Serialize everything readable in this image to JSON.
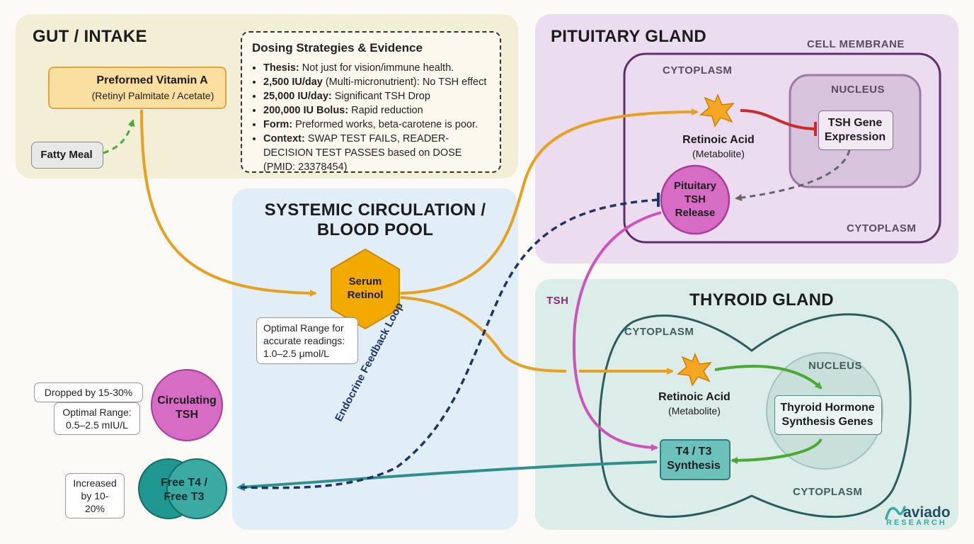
{
  "gut": {
    "title": "GUT / INTAKE",
    "vitamin_a_title": "Preformed Vitamin A",
    "vitamin_a_sub": "(Retinyl Palmitate / Acetate)",
    "fatty_meal": "Fatty Meal"
  },
  "dosing": {
    "title": "Dosing Strategies & Evidence",
    "items": [
      {
        "bold": "Thesis:",
        "text": " Not just for vision/immune health."
      },
      {
        "bold": "2,500 IU/day",
        "text": " (Multi-micronutrient): No TSH effect"
      },
      {
        "bold": "25,000 IU/day:",
        "text": " Significant TSH Drop"
      },
      {
        "bold": "200,000 IU Bolus:",
        "text": " Rapid reduction"
      },
      {
        "bold": "Form:",
        "text": " Preformed works, beta-carotene is poor."
      },
      {
        "bold": "Context:",
        "text": " SWAP TEST FAILS, READER-DECISION TEST PASSES based on DOSE (PMID: 23378454)"
      }
    ]
  },
  "circulation": {
    "title_line1": "SYSTEMIC CIRCULATION /",
    "title_line2": "BLOOD POOL",
    "serum_line1": "Serum",
    "serum_line2": "Retinol",
    "optimal_line1": "Optimal Range for",
    "optimal_line2": "accurate readings:",
    "optimal_line3": "1.0–2.5 μmol/L",
    "feedback_label": "Endocrine Feedback Loop"
  },
  "pituitary": {
    "title": "PITUITARY GLAND",
    "cell_membrane": "CELL MEMBRANE",
    "cytoplasm_top": "CYTOPLASM",
    "cytoplasm_bottom": "CYTOPLASM",
    "nucleus": "NUCLEUS",
    "retinoic_acid": "Retinoic Acid",
    "metabolite": "(Metabolite)",
    "tsh_gene_line1": "TSH Gene",
    "tsh_gene_line2": "Expression",
    "release_line1": "Pituitary",
    "release_line2": "TSH",
    "release_line3": "Release"
  },
  "thyroid": {
    "title": "THYROID GLAND",
    "tsh_label": "TSH",
    "cytoplasm_top": "CYTOPLASM",
    "cytoplasm_bottom": "CYTOPLASM",
    "nucleus": "NUCLEUS",
    "retinoic_acid": "Retinoic Acid",
    "metabolite": "(Metabolite)",
    "genes_line1": "Thyroid Hormone",
    "genes_line2": "Synthesis Genes",
    "synth_line1": "T4 / T3",
    "synth_line2": "Synthesis"
  },
  "outcomes": {
    "dropped": "Dropped by 15-30%",
    "tsh_range_line1": "Optimal Range:",
    "tsh_range_line2": "0.5–2.5 mIU/L",
    "circ_tsh_line1": "Circulating",
    "circ_tsh_line2": "TSH",
    "increased_line1": "Increased",
    "increased_line2": "by 10-20%",
    "free_t_line1": "Free T4 /",
    "free_t_line2": "Free T3"
  },
  "brand": {
    "name": "aviado",
    "sub": "RESEARCH"
  },
  "colors": {
    "gut_bg": "#f3eed6",
    "circulation_bg": "#e1eef8",
    "pituitary_bg": "#ecdcef",
    "thyroid_bg": "#dcece9",
    "retinol_orange": "#f2a900",
    "pink": "#cc55bb",
    "teal": "#3aa8a3",
    "green": "#4aaa33",
    "red": "#cc2a2a",
    "navy": "#1e3566"
  }
}
